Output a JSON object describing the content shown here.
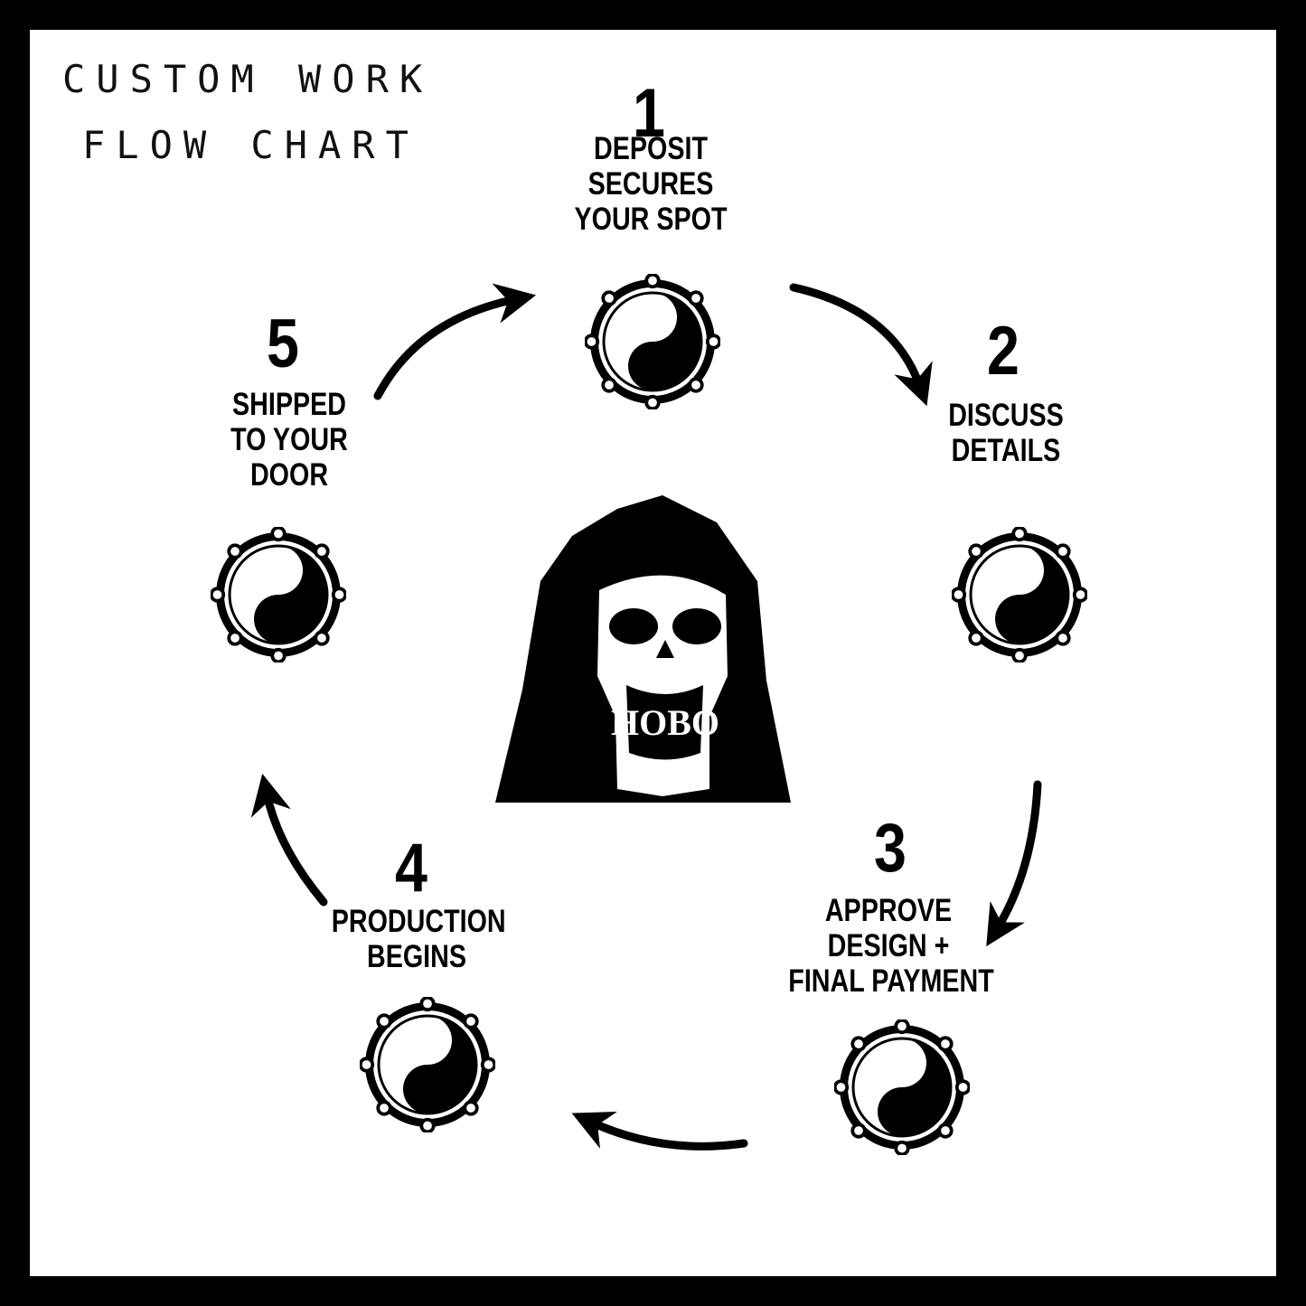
{
  "title": {
    "line1": "CUSTOM WORK",
    "line2": "FLOW CHART"
  },
  "steps": [
    {
      "number": "1",
      "lines": [
        "DEPOSIT",
        "SECURES",
        "YOUR SPOT"
      ]
    },
    {
      "number": "2",
      "lines": [
        "DISCUSS",
        "DETAILS"
      ]
    },
    {
      "number": "3",
      "lines": [
        "APPROVE",
        "DESIGN +",
        "FINAL PAYMENT"
      ]
    },
    {
      "number": "4",
      "lines": [
        "PRODUCTION",
        "BEGINS"
      ]
    },
    {
      "number": "5",
      "lines": [
        "SHIPPED",
        "TO YOUR",
        "DOOR"
      ]
    }
  ],
  "skull_mouth_text": "HOBO",
  "colors": {
    "frame": "#000000",
    "background": "#ffffff",
    "ink": "#000000"
  },
  "icons": {
    "step_marker": "yin-yang-bone-ring-icon",
    "center": "hooded-skull-icon",
    "connector": "curved-arrow-icon"
  }
}
